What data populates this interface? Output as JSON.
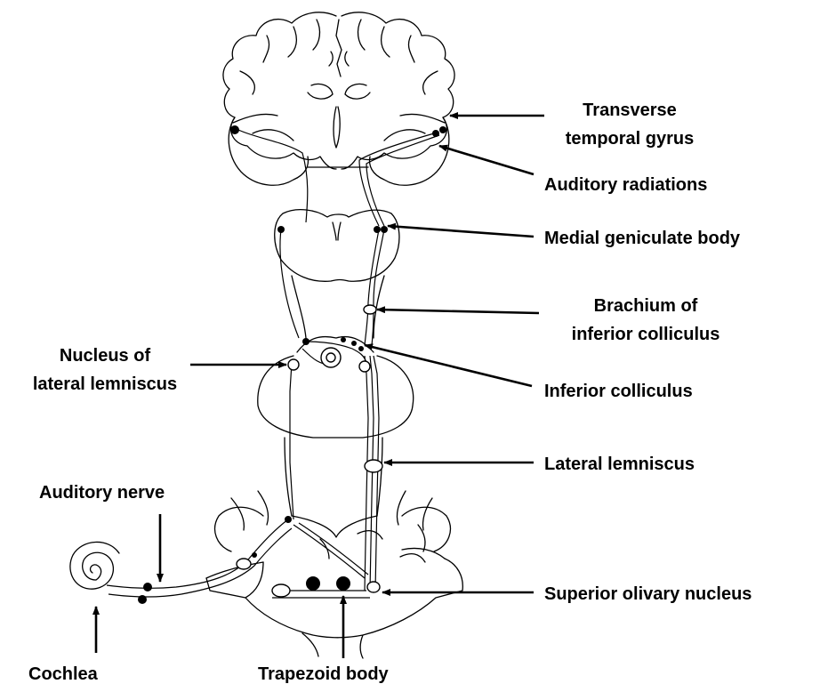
{
  "labels": {
    "transverse_temporal_gyrus_line1": "Transverse",
    "transverse_temporal_gyrus_line2": "temporal gyrus",
    "auditory_radiations": "Auditory radiations",
    "medial_geniculate_body": "Medial geniculate body",
    "brachium_line1": "Brachium of",
    "brachium_line2": "inferior colliculus",
    "nucleus_lateral_lemniscus_line1": "Nucleus of",
    "nucleus_lateral_lemniscus_line2": "lateral lemniscus",
    "inferior_colliculus": "Inferior colliculus",
    "lateral_lemniscus": "Lateral lemniscus",
    "auditory_nerve": "Auditory nerve",
    "superior_olivary_nucleus": "Superior olivary nucleus",
    "cochlea": "Cochlea",
    "trapezoid_body": "Trapezoid body"
  }
}
